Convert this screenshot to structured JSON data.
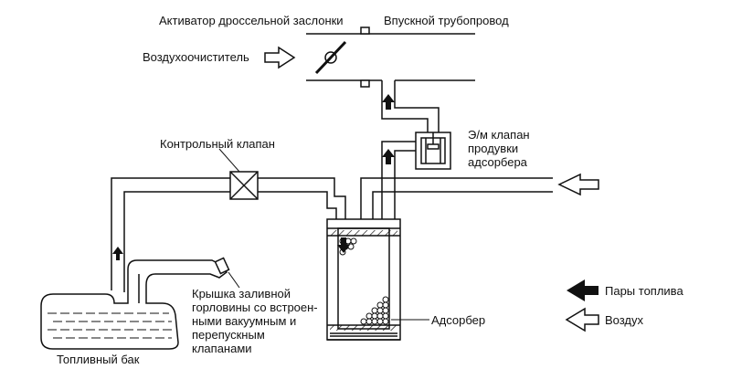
{
  "diagram": {
    "labels": {
      "throttle_actuator": "Активатор дроссельной заслонки",
      "intake_manifold": "Впускной трубопровод",
      "air_cleaner": "Воздухоочиститель",
      "purge_valve": [
        "Э/м клапан",
        "продувки",
        "адсорбера"
      ],
      "check_valve": "Контрольный клапан",
      "filler_cap": [
        "Крышка заливной",
        "горловины со встроен-",
        "ными вакуумным и",
        "перепускным",
        "клапанами"
      ],
      "fuel_tank": "Топливный бак",
      "adsorber": "Адсорбер"
    },
    "legend": {
      "fuel_vapor": "Пары топлива",
      "air": "Воздух"
    }
  },
  "colors": {
    "line": "#111111",
    "background": "#ffffff"
  }
}
